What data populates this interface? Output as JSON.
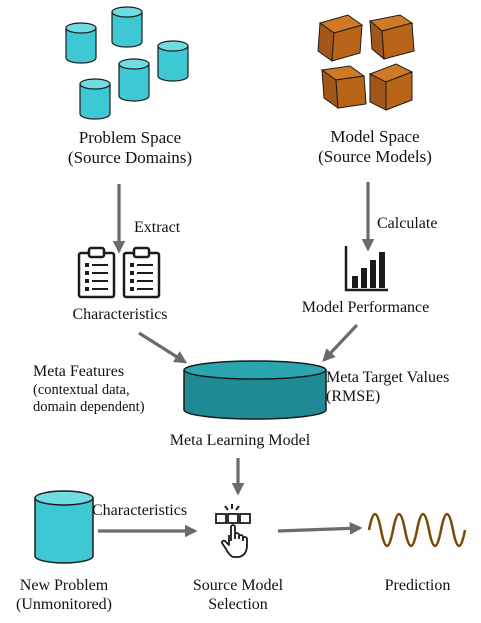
{
  "colors": {
    "cylinder": "#3ec8d4",
    "cylinder_top": "#6fdbe3",
    "meta_model": "#1f8a94",
    "cube": "#b8651a",
    "arrow": "#6b6b6b",
    "wave": "#7a4a05"
  },
  "icons": [
    "database-icon",
    "cube-icon",
    "clipboard-icon",
    "bar-chart-icon",
    "pointer-hand-icon",
    "sine-wave-icon"
  ],
  "labels": {
    "problem_space_line1": "Problem Space",
    "problem_space_line2": "(Source Domains)",
    "model_space_line1": "Model Space",
    "model_space_line2": "(Source Models)",
    "extract": "Extract",
    "calculate": "Calculate",
    "characteristics": "Characteristics",
    "model_performance": "Model Performance",
    "meta_features_line1": "Meta Features",
    "meta_features_line2": "(contextual data,",
    "meta_features_line3": "domain dependent)",
    "meta_target_line1": "Meta Target Values",
    "meta_target_line2": "(RMSE)",
    "meta_learning_model": "Meta Learning Model",
    "characteristics_arrow": "Characteristics",
    "new_problem_line1": "New Problem",
    "new_problem_line2": "(Unmonitored)",
    "source_selection_line1": "Source Model",
    "source_selection_line2": "Selection",
    "prediction": "Prediction"
  }
}
